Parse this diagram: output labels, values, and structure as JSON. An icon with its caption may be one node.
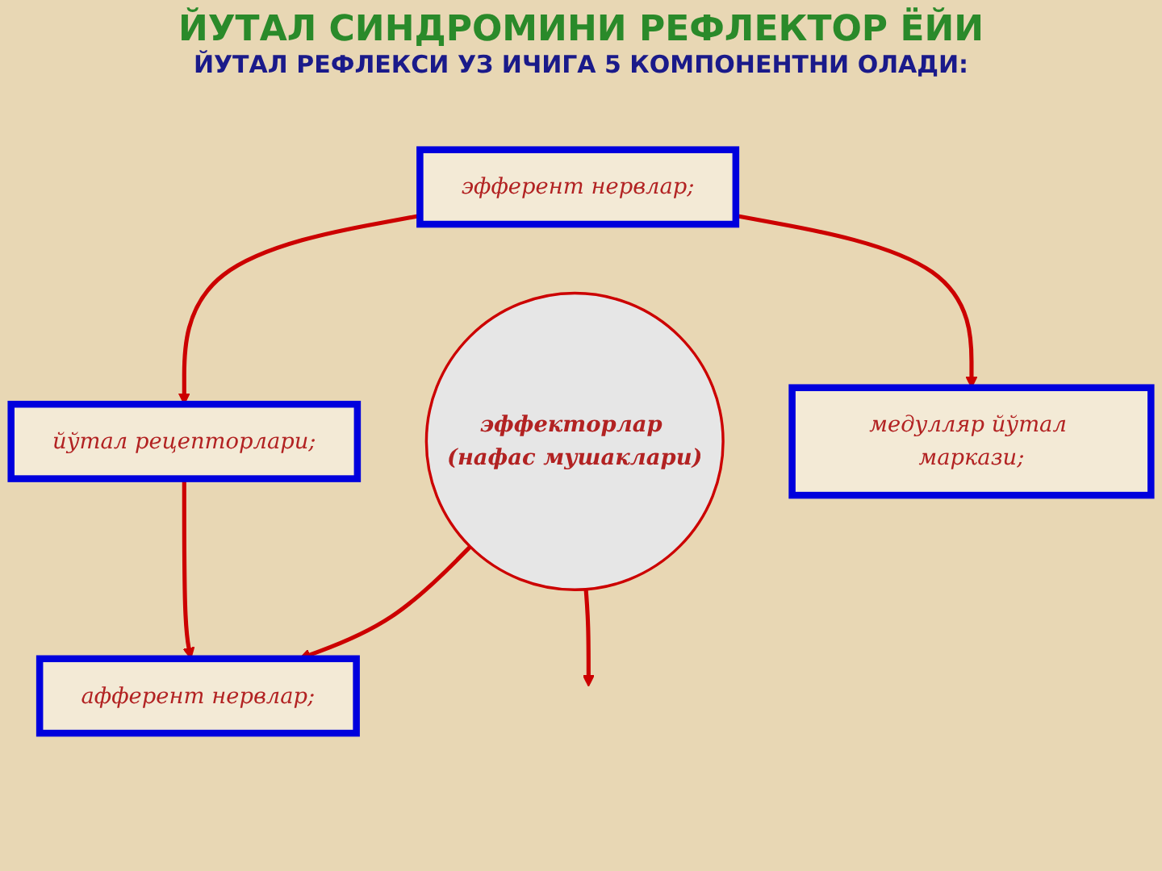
{
  "diagram": {
    "title": "ЙУТАЛ СИНДРОМИНИ РЕФЛЕКТОР ЁЙИ",
    "nodes": [
      {
        "text": [
          "эфферент нервлар;"
        ]
      },
      {
        "text": [
          "йўтал рецепторлари;"
        ]
      },
      {
        "text": [
          "эффекторлар (нафас мушаклари)"
        ]
      },
      {
        "text": [
          "афферент нервлар;"
        ]
      },
      {
        "text": [
          "медулляр йўтал маркази;"
        ]
      }
    ],
    "edges": [
      {
        "from": 0,
        "to": 1,
        "arrow": "to"
      },
      {
        "from": 1,
        "to": 3,
        "arrow": "to"
      },
      {
        "from": 0,
        "to": 4,
        "arrow": "to"
      },
      {
        "from": 2,
        "to": 3,
        "arrow": "to"
      },
      {
        "from": 2,
        "to": null,
        "arrow": "to"
      }
    ],
    "labels": [
      "ЙУТАЛ РЕФЛЕКСИ УЗ ИЧИГА 5 КОМПОНЕНТНИ ОЛАДИ:"
    ]
  }
}
